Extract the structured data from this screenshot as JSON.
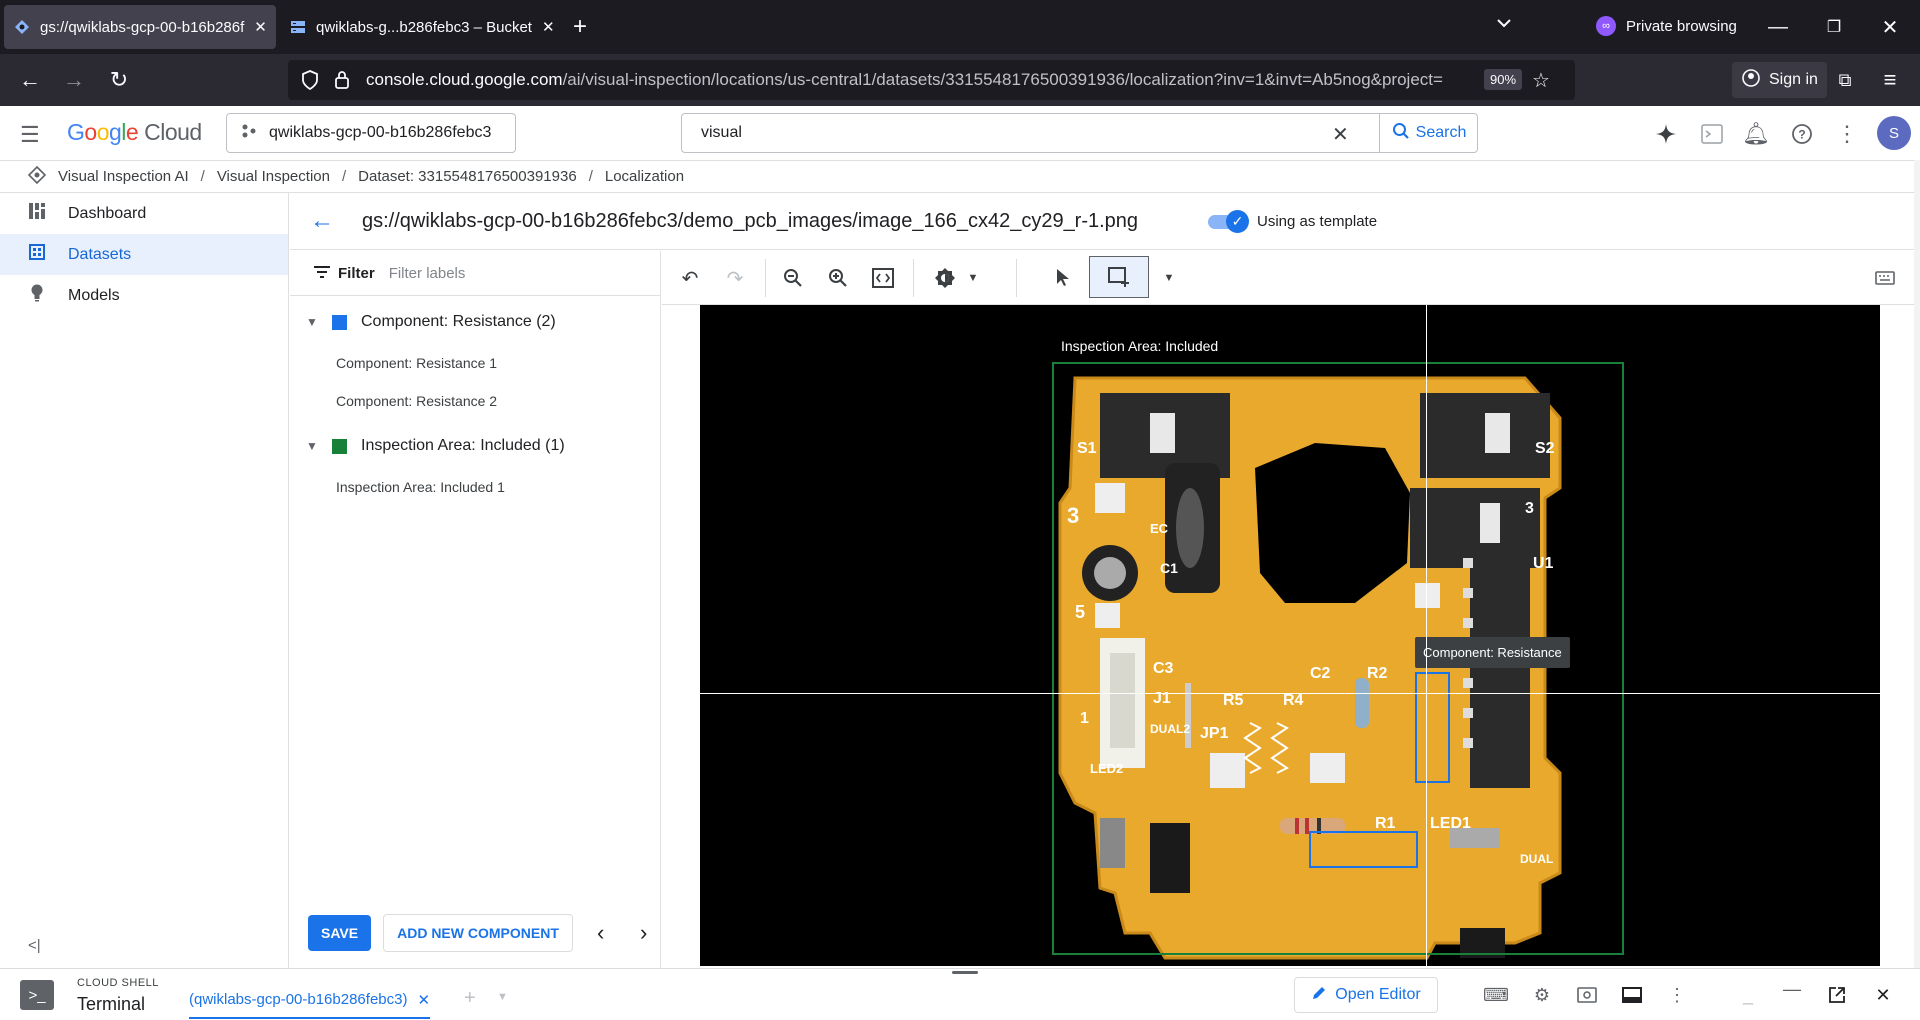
{
  "browser": {
    "tabs": [
      {
        "title": "gs://qwiklabs-gcp-00-b16b286f",
        "active": true
      },
      {
        "title": "qwiklabs-g...b286febc3 – Bucket",
        "active": false
      }
    ],
    "private_label": "Private browsing",
    "url_host": "console.cloud.google.com",
    "url_path": "/ai/visual-inspection/locations/us-central1/datasets/3315548176500391936/localization?inv=1&invt=Ab5nog&project=",
    "url_prefix": "console.cloud.",
    "zoom": "90%",
    "signin_label": "Sign in"
  },
  "gcp": {
    "logo_google": "Google",
    "logo_cloud": "Cloud",
    "project": "qwiklabs-gcp-00-b16b286febc3",
    "search_value": "visual",
    "search_button": "Search",
    "avatar_letter": "S"
  },
  "breadcrumb": [
    "Visual Inspection AI",
    "Visual Inspection",
    "Dataset: 3315548176500391936",
    "Localization"
  ],
  "sidebar": {
    "items": [
      {
        "label": "Dashboard",
        "icon": "dashboard-icon",
        "active": false
      },
      {
        "label": "Datasets",
        "icon": "datasets-icon",
        "active": true
      },
      {
        "label": "Models",
        "icon": "lightbulb-icon",
        "active": false
      }
    ]
  },
  "editor": {
    "image_path": "gs://qwiklabs-gcp-00-b16b286febc3/demo_pcb_images/image_166_cx42_cy29_r-1.png",
    "template_label": "Using as template",
    "template_on": true
  },
  "labels_panel": {
    "filter_label": "Filter",
    "filter_placeholder": "Filter labels",
    "groups": [
      {
        "name": "Component: Resistance (2)",
        "color": "#1a73e8",
        "items": [
          "Component: Resistance 1",
          "Component: Resistance 2"
        ]
      },
      {
        "name": "Inspection Area: Included (1)",
        "color": "#188038",
        "items": [
          "Inspection Area: Included 1"
        ]
      }
    ],
    "save_label": "SAVE",
    "add_label": "ADD NEW COMPONENT"
  },
  "canvas": {
    "inspection_label": "Inspection Area: Included",
    "tooltip_label": "Component: Resistance",
    "silkscreen": [
      "S1",
      "S2",
      "3",
      "3",
      "U1",
      "EC",
      "C1",
      "5",
      "C3",
      "J1",
      "1",
      "R5",
      "R4",
      "C2",
      "R2",
      "DUAL2",
      "JP1",
      "LED2",
      "R1",
      "LED1",
      "DUAL"
    ]
  },
  "cloud_shell": {
    "caption": "CLOUD SHELL",
    "title": "Terminal",
    "tab": "(qwiklabs-gcp-00-b16b286febc3)",
    "open_editor": "Open Editor"
  }
}
